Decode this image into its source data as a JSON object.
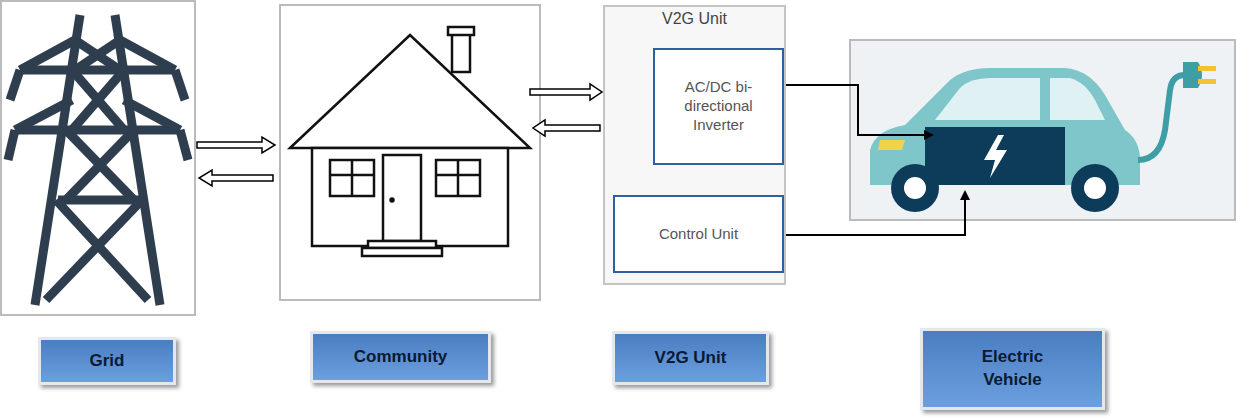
{
  "diagram": {
    "nodes": [
      {
        "text": [
          "V2G Unit"
        ]
      },
      {
        "text": [
          "AC/DC bi-directional Inverter"
        ],
        "in": 0
      },
      {
        "text": [
          "Control Unit"
        ],
        "in": 0
      },
      {
        "text": [
          "Grid"
        ]
      },
      {
        "text": [
          "Community"
        ]
      },
      {
        "text": [
          "V2G Unit"
        ]
      },
      {
        "text": [
          "Electric Vehicle"
        ]
      }
    ],
    "edges": [
      {
        "from": 2,
        "to": 1,
        "arrow": "both"
      }
    ]
  }
}
